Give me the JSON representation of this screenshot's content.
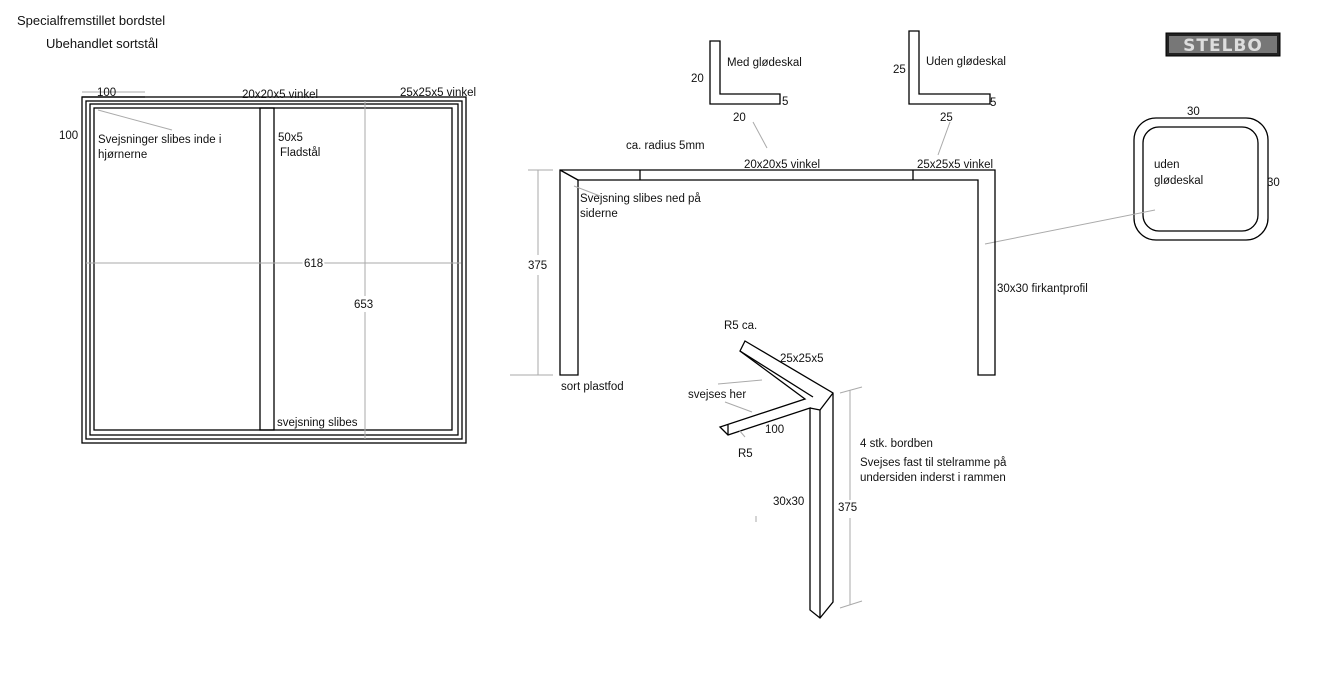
{
  "title": "Specialfremstillet bordstel",
  "subtitle": "Ubehandlet sortstål",
  "logo": "STELBO",
  "top_view": {
    "dim_corner_w": "100",
    "dim_corner_h": "100",
    "frame_label": "20x20x5 vinkel",
    "outer_label": "25x25x5 vinkel",
    "weld_note_1": "Svejsninger slibes inde i",
    "weld_note_2": "hjørnerne",
    "flat_bar_1": "50x5",
    "flat_bar_2": "Fladstål",
    "width": "618",
    "length": "653",
    "bottom_note": "svejsning slibes"
  },
  "profiles": {
    "with_scale": {
      "label": "Med glødeskal",
      "height": "20",
      "width": "20",
      "thickness": "5"
    },
    "without_scale": {
      "label": "Uden glødeskal",
      "height": "25",
      "width": "25",
      "thickness": "5"
    },
    "tube": {
      "width": "30",
      "height": "30",
      "label_1": "uden",
      "label_2": "glødeskal"
    }
  },
  "side_view": {
    "radius_note": "ca. radius 5mm",
    "beam_1": "20x20x5 vinkel",
    "beam_2": "25x25x5 vinkel",
    "weld_note_1": "Svejsning slibes ned på",
    "weld_note_2": "siderne",
    "height": "375",
    "foot": "sort plastfod",
    "leg_profile": "30x30 firkantprofil"
  },
  "leg_detail": {
    "radius_top": "R5 ca.",
    "angle": "25x25x5",
    "weld_here": "svejses her",
    "arm_length": "100",
    "radius_bottom": "R5",
    "leg_size": "30x30",
    "leg_height": "375",
    "count": "4 stk. bordben",
    "note_1": "Svejses fast til stelramme på",
    "note_2": "undersiden inderst i rammen"
  }
}
